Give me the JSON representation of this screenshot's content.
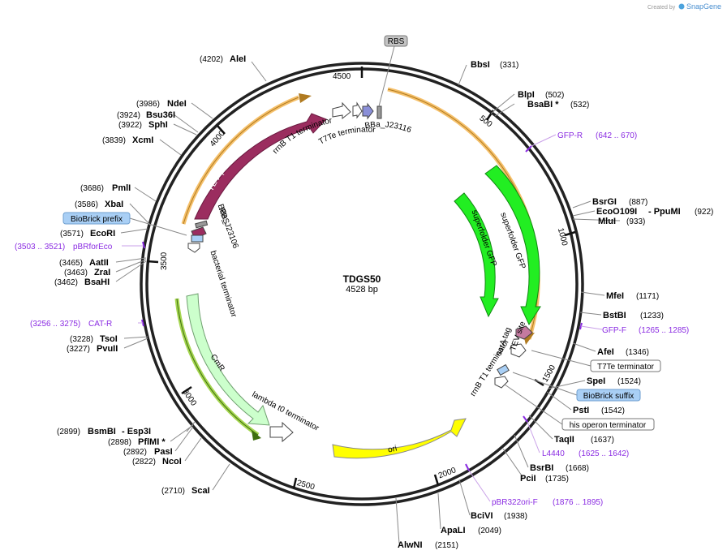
{
  "brand": {
    "created_by": "Created by",
    "name": "SnapGene"
  },
  "plasmid": {
    "name": "TDGS50",
    "size_label": "4528 bp"
  },
  "ticks": [
    "500",
    "1000",
    "1500",
    "2000",
    "2500",
    "3000",
    "3500",
    "4000",
    "4500"
  ],
  "features": {
    "rbs_top": "RBS",
    "bba_top": "BBa_J23116",
    "rrnb_top": "rrnB T1 terminator",
    "t7te_top": "T7Te terminator",
    "tev_protease": "TEV protease",
    "rbs_left": "RBS",
    "bba_left": "BBa_J23106",
    "bacterial_terminator": "bacterial terminator",
    "cmr": "CmR",
    "lambda": "lambda t0 terminator",
    "ori": "ori",
    "sfgfp_inner": "superfolder GFP",
    "sfgfp_outer": "superfolder GFP",
    "ssra": "ssrA tag",
    "tev_site": "TEV site",
    "rrnb_right": "rrnB T1 terminator"
  },
  "boxed_labels": {
    "rbs": "RBS",
    "biobrick_prefix": "BioBrick prefix",
    "t7te": "T7Te terminator",
    "biobrick_suffix": "BioBrick suffix",
    "his_operon": "his operon terminator"
  },
  "enzymes": [
    {
      "name": "AleI",
      "pos": "(4202)"
    },
    {
      "name": "BbsI",
      "pos": "(331)"
    },
    {
      "name": "BlpI",
      "pos": "(502)"
    },
    {
      "name": "BsaBI *",
      "pos": "(532)"
    },
    {
      "name": "NdeI",
      "pos": "(3986)"
    },
    {
      "name": "Bsu36I",
      "pos": "(3924)"
    },
    {
      "name": "SphI",
      "pos": "(3922)"
    },
    {
      "name": "XcmI",
      "pos": "(3839)"
    },
    {
      "name": "PmlI",
      "pos": "(3686)"
    },
    {
      "name": "XbaI",
      "pos": "(3586)"
    },
    {
      "name": "EcoRI",
      "pos": "(3571)"
    },
    {
      "name": "AatII",
      "pos": "(3465)"
    },
    {
      "name": "ZraI",
      "pos": "(3463)"
    },
    {
      "name": "BsaHI",
      "pos": "(3462)"
    },
    {
      "name": "TsoI",
      "pos": "(3228)"
    },
    {
      "name": "PvuII",
      "pos": "(3227)"
    },
    {
      "name": "BsrGI",
      "pos": "(887)"
    },
    {
      "name": "EcoO109I",
      "pos": "(922)"
    },
    {
      "name": "- PpuMI",
      "pos": "(922)"
    },
    {
      "name": "MluI",
      "pos": "(933)"
    },
    {
      "name": "MfeI",
      "pos": "(1171)"
    },
    {
      "name": "BstBI",
      "pos": "(1233)"
    },
    {
      "name": "AfeI",
      "pos": "(1346)"
    },
    {
      "name": "SpeI",
      "pos": "(1524)"
    },
    {
      "name": "PstI",
      "pos": "(1542)"
    },
    {
      "name": "TaqII",
      "pos": "(1637)"
    },
    {
      "name": "BsrBI",
      "pos": "(1668)"
    },
    {
      "name": "PciI",
      "pos": "(1735)"
    },
    {
      "name": "BciVI",
      "pos": "(1938)"
    },
    {
      "name": "ApaLI",
      "pos": "(2049)"
    },
    {
      "name": "AlwNI",
      "pos": "(2151)"
    },
    {
      "name": "BsmBI",
      "pos": "(2899)"
    },
    {
      "name": "- Esp3I",
      "pos": ""
    },
    {
      "name": "PflMI *",
      "pos": "(2898)"
    },
    {
      "name": "PasI",
      "pos": "(2892)"
    },
    {
      "name": "NcoI",
      "pos": "(2822)"
    },
    {
      "name": "ScaI",
      "pos": "(2710)"
    }
  ],
  "primers": [
    {
      "name": "GFP-R",
      "range": "(642 .. 670)"
    },
    {
      "name": "pBRforEco",
      "range": "(3503 .. 3521)"
    },
    {
      "name": "CAT-R",
      "range": "(3256 .. 3275)"
    },
    {
      "name": "GFP-F",
      "range": "(1265 .. 1285)"
    },
    {
      "name": "L4440",
      "range": "(1625 .. 1642)"
    },
    {
      "name": "pBR322ori-F",
      "range": "(1876 .. 1895)"
    }
  ],
  "colors": {
    "backbone": "#222222",
    "tev_protease": "#9b2d5f",
    "cmr": "#ccffcc",
    "ori": "#ffff00",
    "sfgfp": "#22ee22",
    "primer": "#8a2be2",
    "orange_arc": "#f5c06a",
    "green_arc": "#66aa22",
    "box_blue": "#a9cff5"
  }
}
